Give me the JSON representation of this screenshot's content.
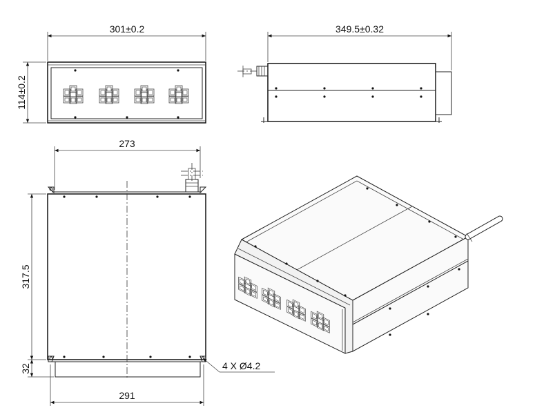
{
  "dimensions": {
    "front_width": "301±0.2",
    "front_height": "114±0.2",
    "side_length": "349.5±0.32",
    "top_inner_width": "273",
    "top_depth": "317.5",
    "flange_depth": "32",
    "base_width": "291",
    "mounting_holes": "4 X Ø4.2"
  }
}
